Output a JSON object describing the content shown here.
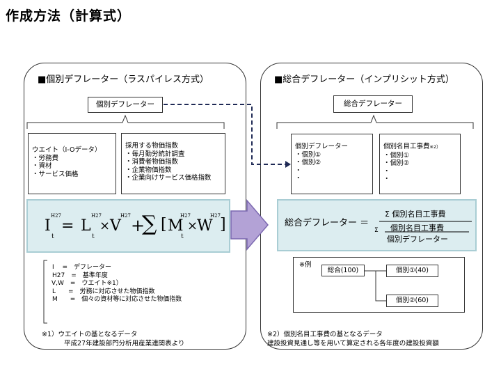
{
  "title": "作成方法（計算式）",
  "left": {
    "heading": "■個別デフレーター（ラスパイレス方式）",
    "top_box": "個別デフレーター",
    "weight_box": {
      "title": "ウエイト（I-Oデータ）",
      "items": [
        "・労務費",
        "・資材",
        "・サービス価格"
      ]
    },
    "index_box": {
      "title": "採用する物価指数",
      "items": [
        "・毎月勤労統計調査",
        "・消費者物価指数",
        "・企業物価指数",
        "・企業向けサービス価格指数"
      ]
    },
    "formula": {
      "I": "I",
      "L": "L",
      "V": "V",
      "M": "M",
      "W": "W",
      "sup": "H27",
      "sub": "t",
      "eq": "=",
      "times": "×",
      "plus": "+",
      "sum": "∑",
      "lbr": "[",
      "rbr": "]"
    },
    "legend": [
      "I　 =　デフレーター",
      "H27　=　基準年度",
      "V,W　=　ウエイト※1）",
      "L　　=　労務に対応させた物価指数",
      "M　　=　個々の資材等に対応させた物価指数"
    ]
  },
  "right": {
    "heading": "■総合デフレーター（インプリシット方式）",
    "top_box": "総合デフレーター",
    "deflator_box": {
      "title": "個別デフレーター",
      "items": [
        "・個別①",
        "・個別②",
        "・",
        "・"
      ]
    },
    "cost_box": {
      "title": "個別名目工事費",
      "title_note": "※2）",
      "items": [
        "・個別①",
        "・個別②",
        "・",
        "・"
      ]
    },
    "formula": {
      "lhs": "総合デフレーター ＝",
      "num": "Σ 個別名目工事費",
      "sigma": "Σ",
      "den_num": "個別名目工事費",
      "den_den": "個別デフレーター"
    },
    "example": {
      "label": "※例",
      "total": "総合(100)",
      "item1": "個別①(40)",
      "item2": "個別②(60)"
    }
  },
  "notes": {
    "n1_line1": "※1）ウエイトの基となるデータ",
    "n1_line2": "平成27年建設部門分析用産業連関表より",
    "n2_line1": "※2）個別名目工事費の基となるデータ",
    "n2_line2": "建設投資見通し等を用いて算定される各年度の建設投資額"
  },
  "colors": {
    "formula_bg": "#dcedf0",
    "formula_border": "#a9cdd4",
    "arrow_fill": "#b3a2d6",
    "arrow_stroke": "#7b68b0",
    "dash_line": "#1f2a55"
  }
}
